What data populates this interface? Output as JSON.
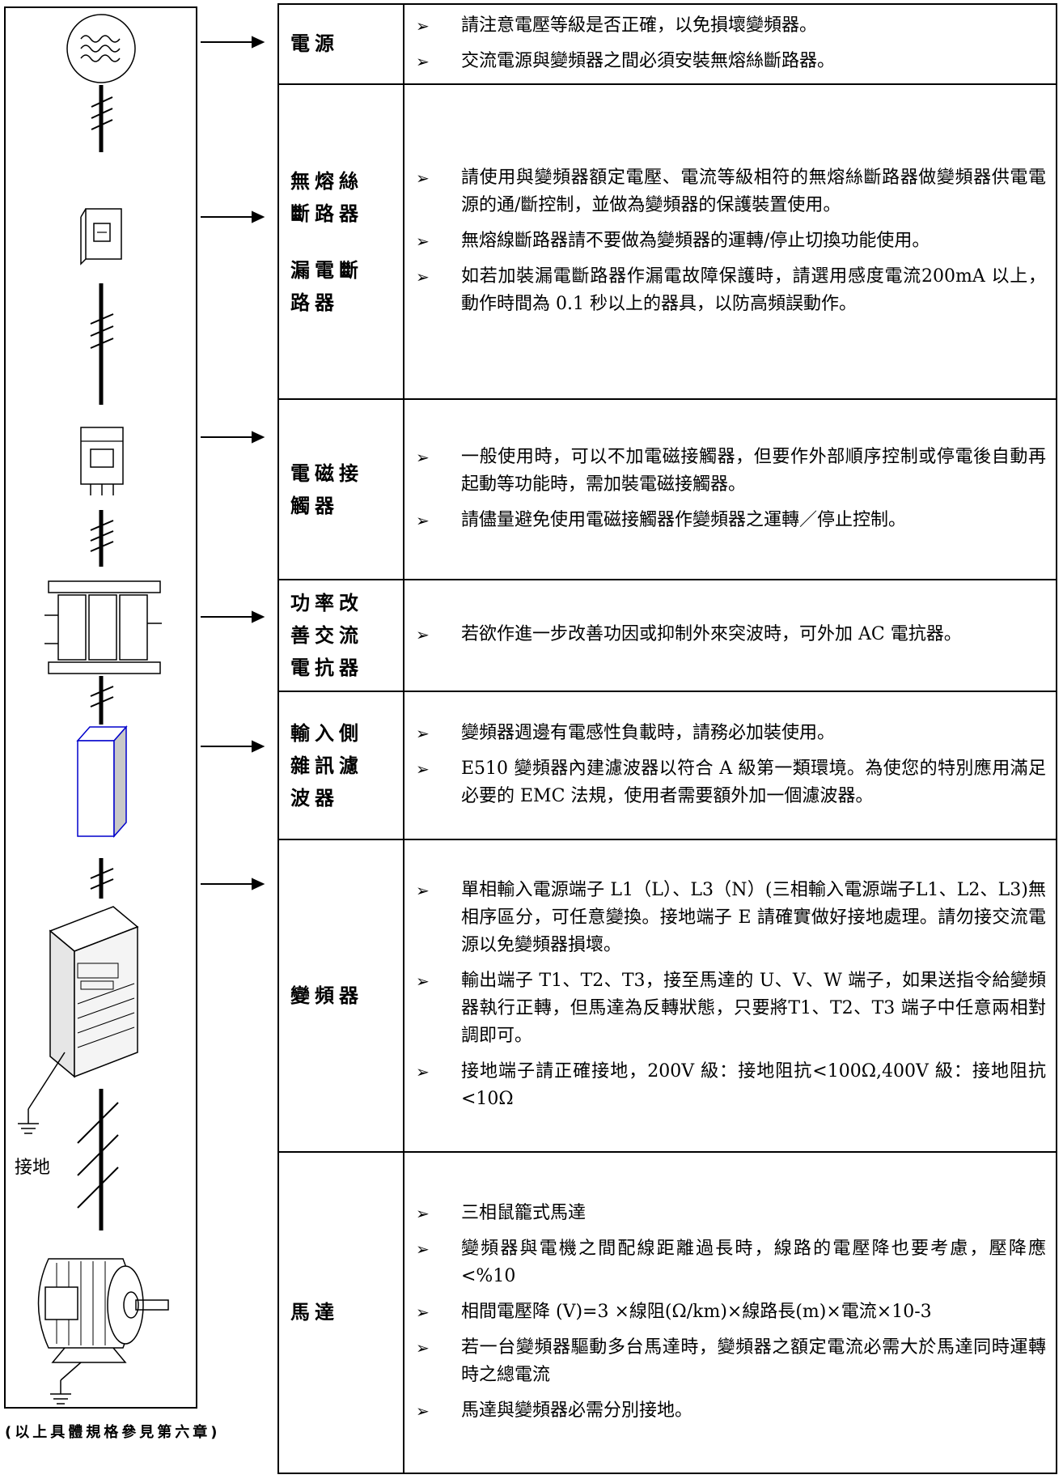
{
  "rows": [
    {
      "name": "電源",
      "notes": [
        "請注意電壓等級是否正確，以免損壞變頻器。",
        "交流電源與變頻器之間必須安裝無熔絲斷路器。"
      ]
    },
    {
      "name": "無熔絲斷路器",
      "name2": "漏電斷路器",
      "notes": [
        "請使用與變頻器額定電壓、電流等級相符的無熔絲斷路器做變頻器供電電源的通/斷控制，並做為變頻器的保護裝置使用。",
        "無熔線斷路器請不要做為變頻器的運轉/停止切換功能使用。",
        "如若加裝漏電斷路器作漏電故障保護時，請選用感度電流200mA 以上，動作時間為 0.1 秒以上的器具，以防高頻誤動作。"
      ]
    },
    {
      "name": "電磁接觸器",
      "notes": [
        "一般使用時，可以不加電磁接觸器，但要作外部順序控制或停電後自動再起動等功能時，需加裝電磁接觸器。",
        "請儘量避免使用電磁接觸器作變頻器之運轉／停止控制。"
      ]
    },
    {
      "name": "功率改善交流電抗器",
      "notes": [
        "若欲作進一步改善功因或抑制外來突波時，可外加 AC 電抗器。"
      ]
    },
    {
      "name": "輸入側雜訊濾波器",
      "notes": [
        "變頻器週邊有電感性負載時，請務必加裝使用。",
        "E510 變頻器內建濾波器以符合 A 級第一類環境。為使您的特別應用滿足必要的 EMC 法規，使用者需要額外加一個濾波器。"
      ]
    },
    {
      "name": "變頻器",
      "notes": [
        "單相輸入電源端子 L1（L）、L3（N）(三相輸入電源端子L1、L2、L3)無相序區分，可任意變換。接地端子 E 請確實做好接地處理。請勿接交流電源以免變頻器損壞。",
        "輸出端子 T1、T2、T3，接至馬達的 U、V、W 端子，如果送指令給變頻器執行正轉，但馬達為反轉狀態，只要將T1、T2、T3 端子中任意兩相對調即可。",
        "接地端子請正確接地，200V 級：接地阻抗<100Ω,400V 級：接地阻抗<10Ω"
      ]
    },
    {
      "name": "馬達",
      "notes": [
        "三相鼠籠式馬達",
        "變頻器與電機之間配線距離過長時，線路的電壓降也要考慮，壓降應<%10",
        "相間電壓降 (V)=3 ×線阻(Ω/km)×線路長(m)×電流×10-3",
        "若一台變頻器驅動多台馬達時，變頻器之額定電流必需大於馬達同時運轉時之總電流",
        "馬達與變頻器必需分別接地。"
      ]
    }
  ],
  "bullet": "➢",
  "ground_label": "接地",
  "footnote": "(以上具體規格參見第六章)"
}
